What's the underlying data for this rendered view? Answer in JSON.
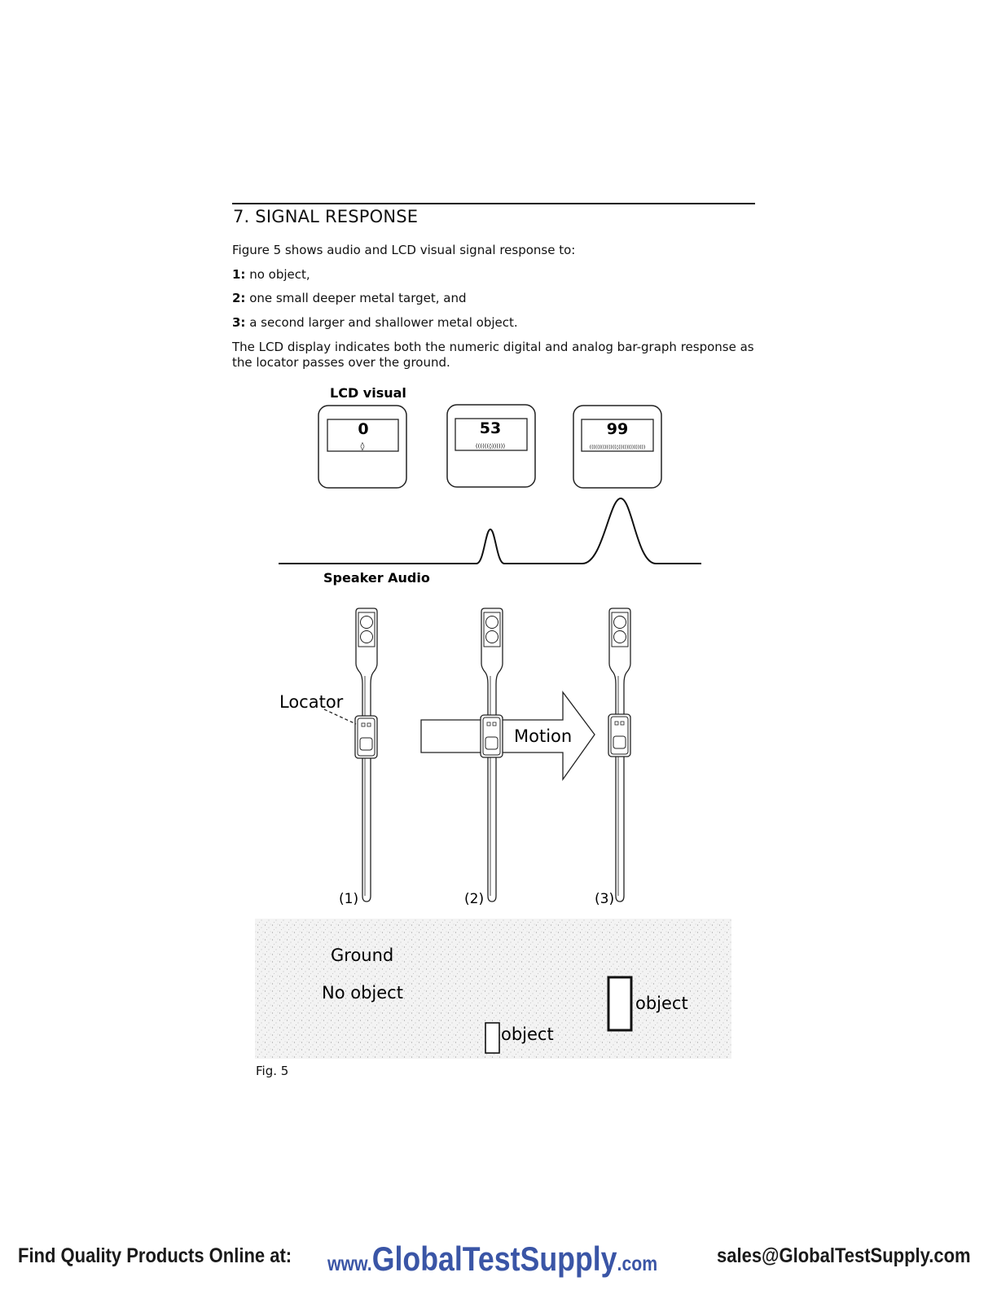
{
  "section": {
    "title": "7. SIGNAL RESPONSE"
  },
  "intro": "Figure 5 shows audio and LCD visual signal response to:",
  "items": [
    {
      "num": "1:",
      "text": "no object,"
    },
    {
      "num": "2:",
      "text": "one small deeper metal target, and"
    },
    {
      "num": "3:",
      "text": "a second larger and shallower metal object."
    }
  ],
  "description_line1": "The LCD display indicates both the numeric digital and analog bar-graph response as",
  "description_line2": "the locator passes over the ground.",
  "figure": {
    "lcd_label": "LCD visual",
    "lcd_readings": [
      "0",
      "53",
      "99"
    ],
    "lcd_bars": [
      "◊",
      "((((((◊))))))",
      "((((((((((((((◊))))))))))))))"
    ],
    "audio_label": "Speaker Audio",
    "locator_label": "Locator",
    "motion_label": "Motion",
    "positions": [
      "(1)",
      "(2)",
      "(3)"
    ],
    "ground_label": "Ground",
    "no_object_label": "No object",
    "object_label_small": "object",
    "object_label_large": "object",
    "caption": "Fig. 5"
  },
  "footer": {
    "left": "Find Quality Products Online at:",
    "url_prefix": "www.",
    "url_domain": "GlobalTestSupply",
    "url_tld": ".com",
    "email": "sales@GlobalTestSupply.com"
  }
}
